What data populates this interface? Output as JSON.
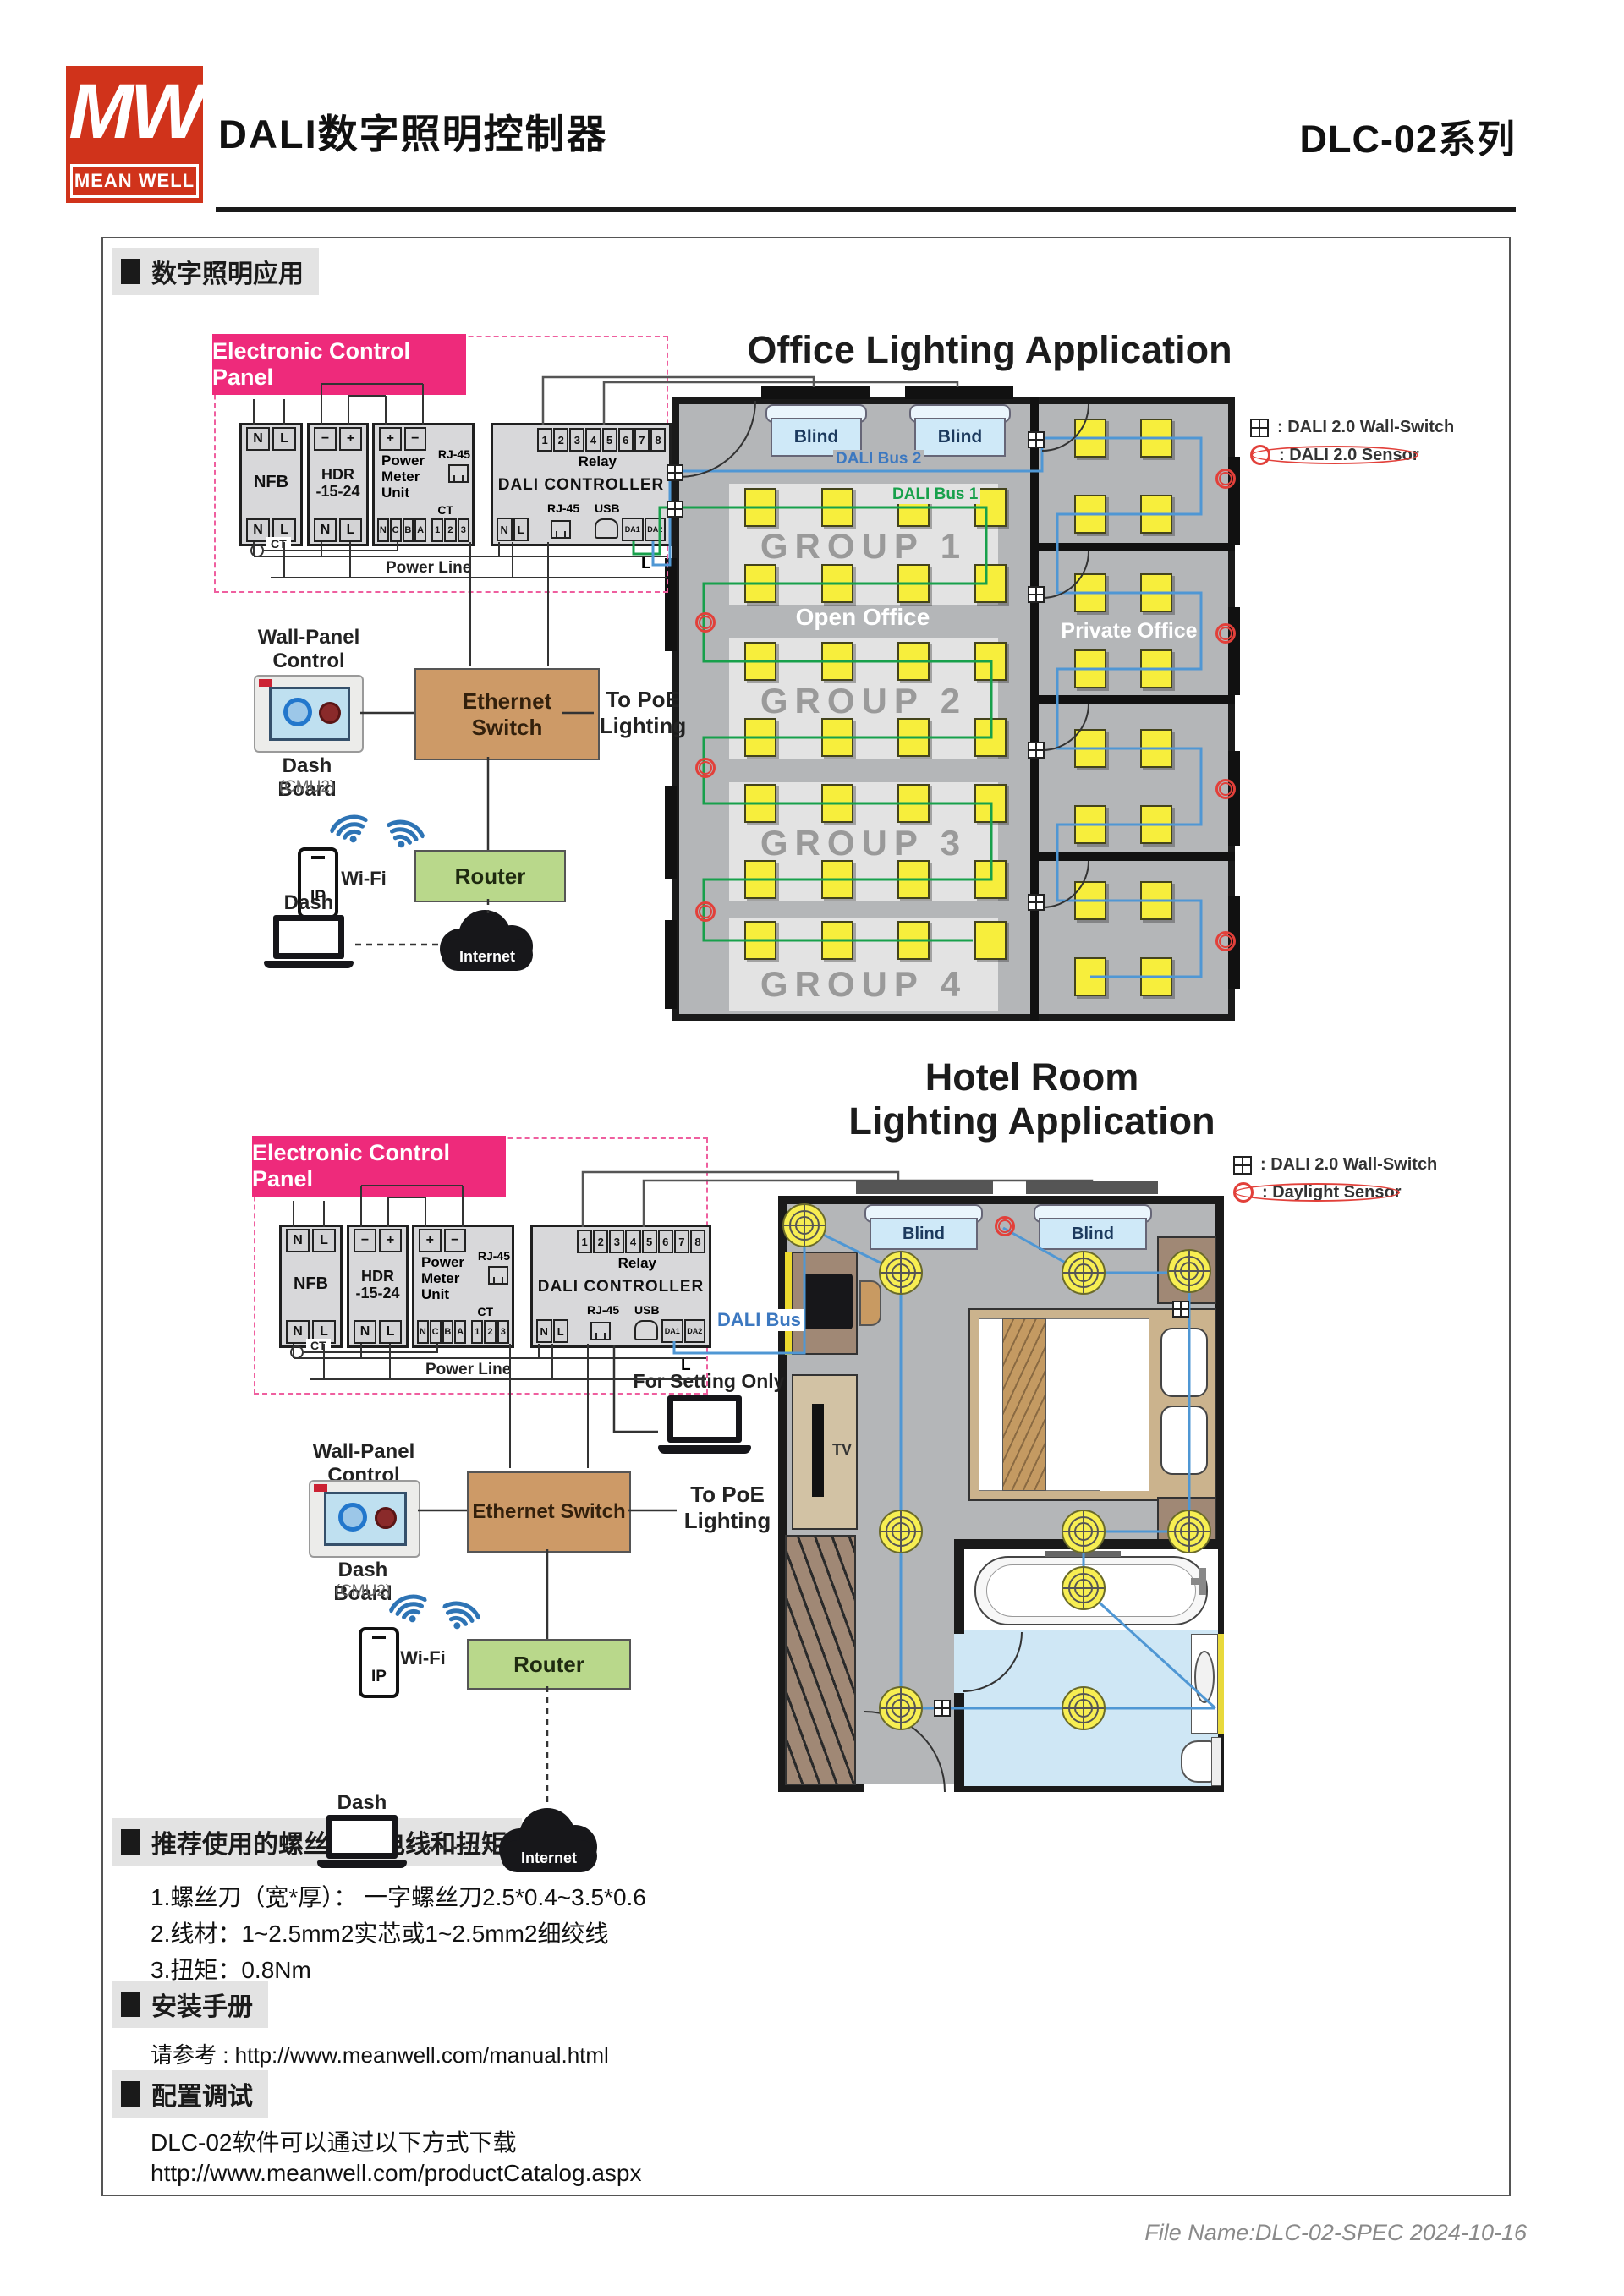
{
  "header": {
    "logo_mw": "MW",
    "logo_sub": "MEAN WELL",
    "title": "DALI数字照明控制器",
    "series": "DLC-02系列"
  },
  "sections": {
    "app_title": "数字照明应用",
    "screw": {
      "title": "推荐使用的螺丝刀、电线和扭矩",
      "items": [
        "1.螺丝刀（宽*厚）： 一字螺丝刀2.5*0.4~3.5*0.6",
        "2.线材：1~2.5mm2实芯或1~2.5mm2细绞线",
        "3.扭矩：0.8Nm"
      ]
    },
    "manual": {
      "title": "安装手册",
      "text": "请参考 : http://www.meanwell.com/manual.html"
    },
    "config": {
      "title": "配置调试",
      "lines": [
        "DLC-02软件可以通过以下方式下载",
        "http://www.meanwell.com/productCatalog.aspx"
      ]
    }
  },
  "panel": {
    "title": "Electronic Control Panel",
    "nfb": "NFB",
    "hdr1": "HDR",
    "hdr2": "-15-24",
    "pmu1": "Power",
    "pmu2": "Meter",
    "pmu3": "Unit",
    "rj45": "RJ-45",
    "usb": "USB",
    "ct": "CT",
    "relay": "Relay",
    "dali": "DALI CONTROLLER",
    "relay_nums": [
      "1",
      "2",
      "3",
      "4",
      "5",
      "6",
      "7",
      "8"
    ],
    "n": "N",
    "l": "L",
    "minus": "−",
    "plus": "+",
    "ncba": [
      "N",
      "C",
      "B",
      "A"
    ],
    "t123": [
      "1",
      "2",
      "3"
    ],
    "da1": "DA1",
    "da2": "DA2",
    "power_line": "Power Line"
  },
  "office": {
    "title": "Office Lighting Application",
    "legend_wall_switch": ": DALI 2.0 Wall-Switch",
    "legend_sensor": ": DALI 2.0 Sensor",
    "blind": "Blind",
    "groups": [
      "GROUP 1",
      "GROUP 2",
      "GROUP 3",
      "GROUP 4"
    ],
    "open_office": "Open Office",
    "private_office": "Private Office",
    "bus1": "DALI Bus 1",
    "bus2": "DALI Bus 2"
  },
  "hotel": {
    "title1": "Hotel Room",
    "title2": "Lighting Application",
    "legend_wall_switch": ": DALI 2.0 Wall-Switch",
    "legend_sensor": ": Daylight Sensor",
    "bus": "DALI Bus",
    "for_setting": "For Setting Only",
    "tv": "TV",
    "blind": "Blind"
  },
  "network": {
    "wall_panel1": "Wall-Panel",
    "wall_panel2": "Control",
    "dash_board": "Dash Board",
    "cmu2": "(CMU2)",
    "ethernet": "Ethernet Switch",
    "poe1": "To PoE",
    "poe2": "Lighting",
    "ip": "IP",
    "wifi": "Wi-Fi",
    "router": "Router",
    "internet": "Internet"
  },
  "footer": "File Name:DLC-02-SPEC  2024-10-16"
}
